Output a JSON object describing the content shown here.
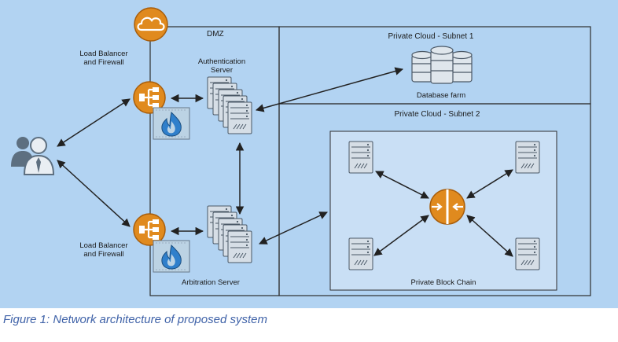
{
  "colors": {
    "canvas": "#b2d3f2",
    "line": "#2e2e2e",
    "node_orange": "#e08a1e",
    "server_face": "#d6dee6",
    "inner_panel": "#c9dff5"
  },
  "zones": {
    "dmz": "DMZ",
    "subnet1": "Private Cloud - Subnet 1",
    "subnet2": "Private Cloud - Subnet 2"
  },
  "labels": {
    "lb_top": [
      "Load Balancer",
      "and Firewall"
    ],
    "lb_bottom": [
      "Load Balancer",
      "and Firewall"
    ],
    "auth_server": [
      "Authentication",
      "Server"
    ],
    "database_farm": "Database farm",
    "arbitration_server": "Arbitration Server",
    "private_block_chain": "Private Block Chain"
  },
  "icons": {
    "cloud": "cloud-icon",
    "users": "users-icon",
    "load_balancer": "load-balancer-icon",
    "firewall": "firewall-icon",
    "server": "server-icon",
    "database": "database-icon",
    "router": "router-icon"
  },
  "caption": "Figure 1: Network architecture of proposed system"
}
